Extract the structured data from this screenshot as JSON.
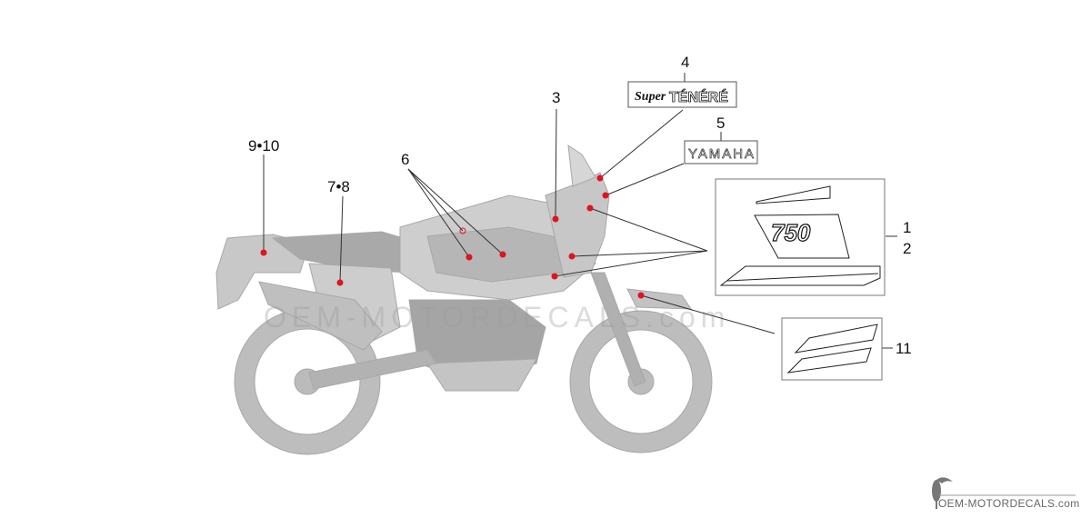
{
  "callouts": {
    "c1": "1",
    "c2": "2",
    "c3": "3",
    "c4": "4",
    "c5": "5",
    "c6": "6",
    "c7_8": "7•8",
    "c9_10": "9•10",
    "c11": "11"
  },
  "decals": {
    "super_script": "Super",
    "tenere": "TÉNÉRÉ",
    "yamaha": "YAMAHA",
    "displacement": "750"
  },
  "watermark": "OEM-MOTORDECALS.com",
  "brand": "OEM-MOTORDECALS.com",
  "colors": {
    "marker": "#e0141e",
    "bike": "#b8b8b8",
    "line": "#333333"
  }
}
